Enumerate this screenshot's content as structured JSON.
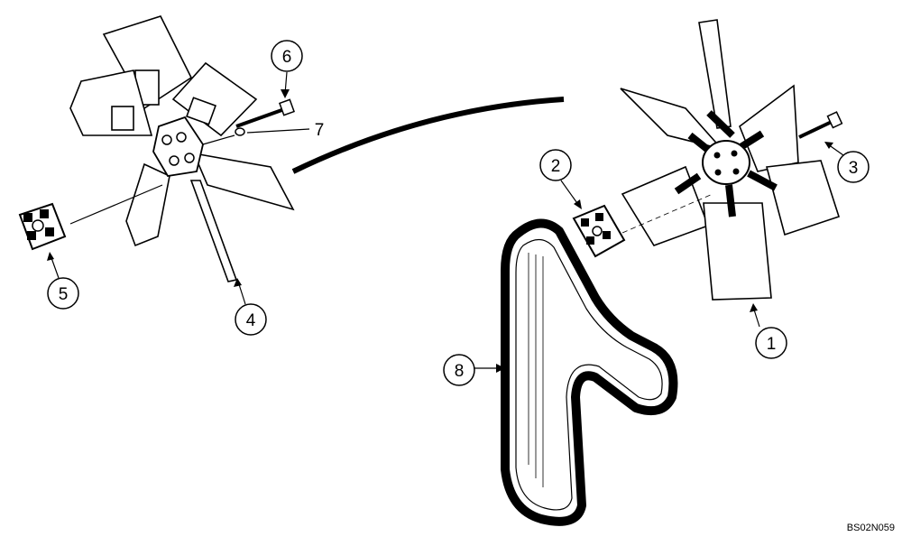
{
  "figure": {
    "reference_code": "BS02N059",
    "callouts": [
      {
        "id": "1",
        "label": "1"
      },
      {
        "id": "2",
        "label": "2"
      },
      {
        "id": "3",
        "label": "3"
      },
      {
        "id": "4",
        "label": "4"
      },
      {
        "id": "5",
        "label": "5"
      },
      {
        "id": "6",
        "label": "6"
      },
      {
        "id": "7",
        "label": "7"
      },
      {
        "id": "8",
        "label": "8"
      }
    ]
  }
}
